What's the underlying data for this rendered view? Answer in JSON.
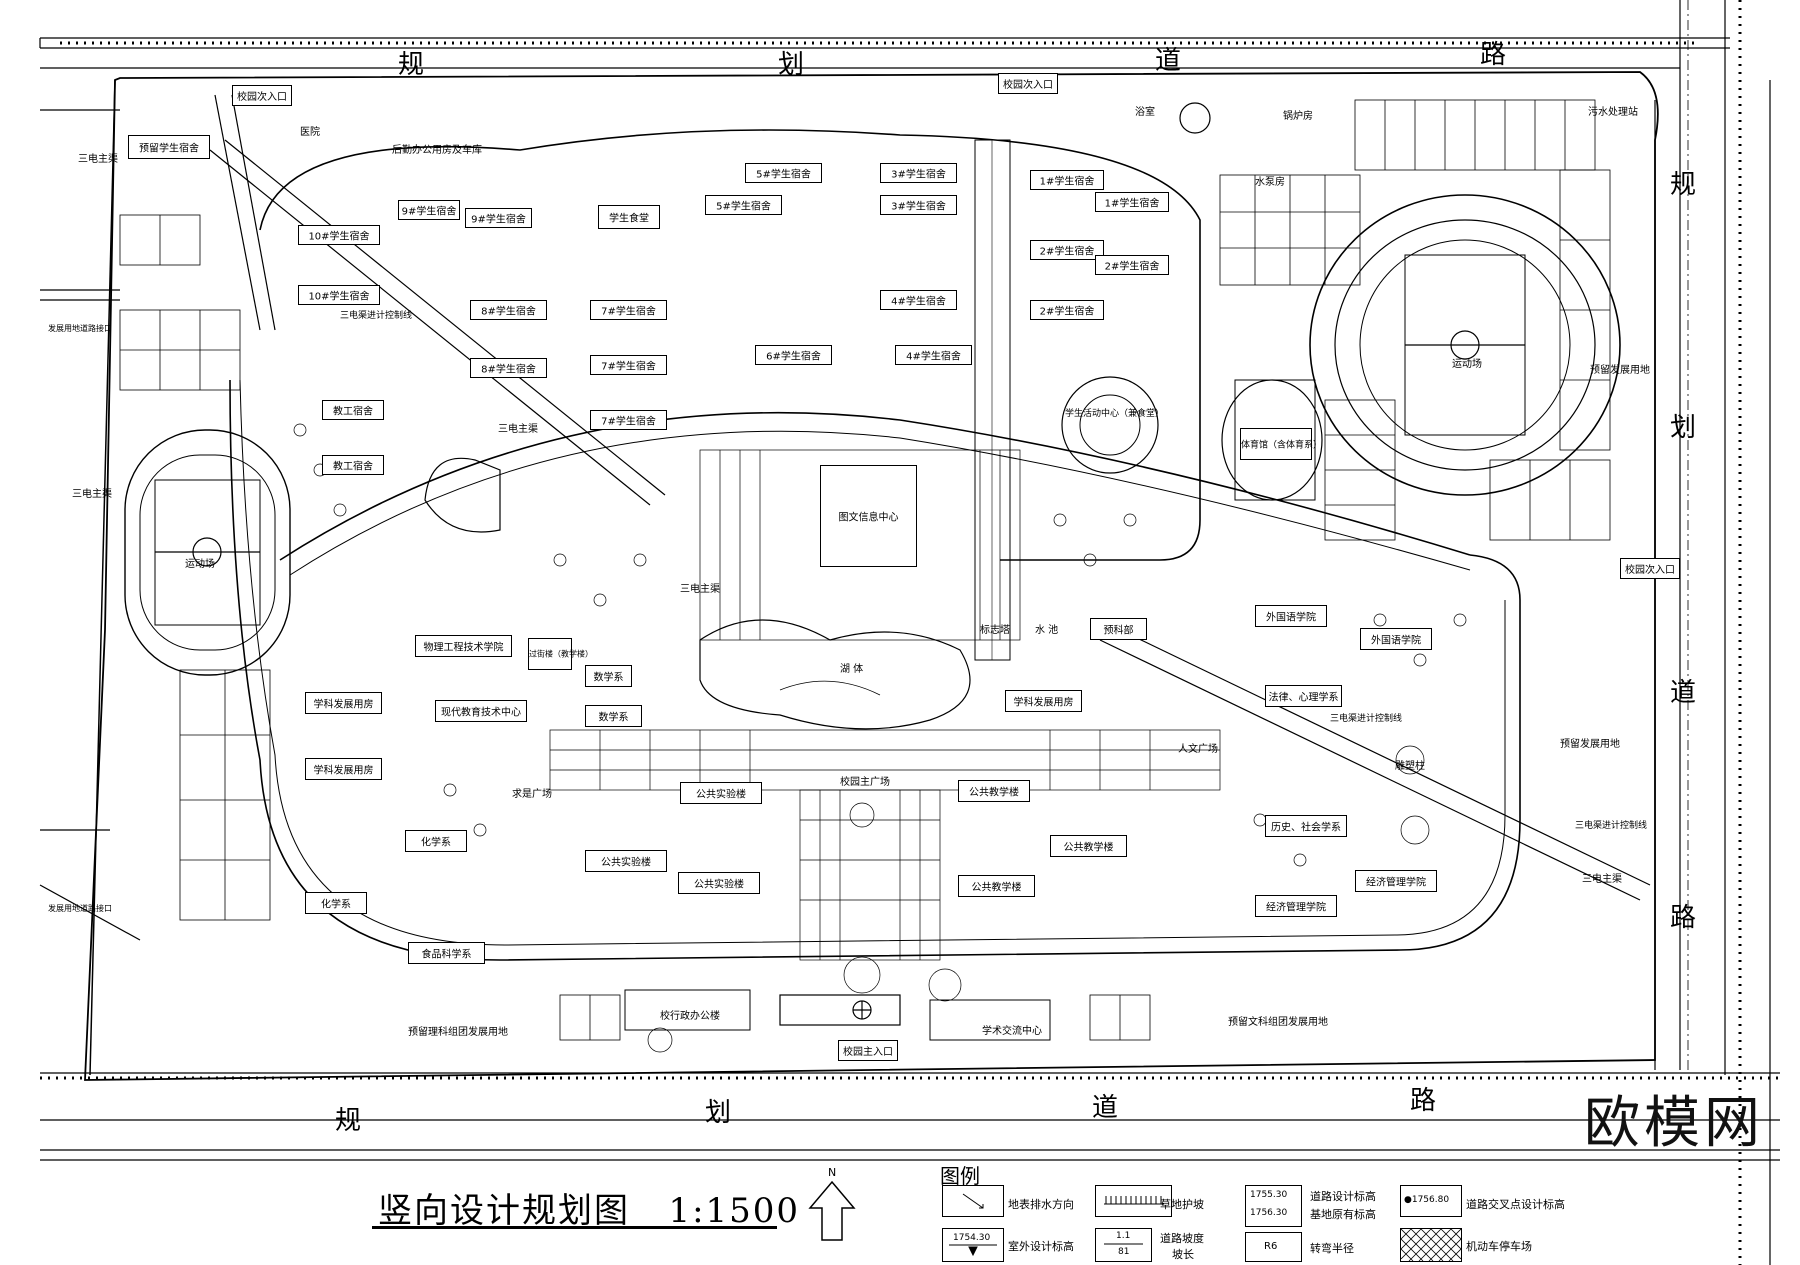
{
  "title": "竖向设计规划图",
  "scale": "1:1500",
  "watermark": "欧模网",
  "north_label": "N",
  "roads": {
    "top": [
      "规",
      "划",
      "道",
      "路"
    ],
    "bottom": [
      "规",
      "划",
      "道",
      "路"
    ],
    "right": [
      "规",
      "划",
      "道",
      "路"
    ]
  },
  "entrances": {
    "north_sub_left": "校园次入口",
    "north_sub_mid": "校园次入口",
    "east_sub": "校园次入口",
    "south_main": "校园主入口"
  },
  "labels": {
    "boiler": "锅炉房",
    "sewage": "污水处理站",
    "bath": "浴室",
    "pump": "水泵房",
    "hospital": "医院",
    "logistics": "后勤办公用房及车库",
    "stadium": "运动场",
    "stadium_left": "运动场",
    "gym": "体育馆（含体育系）",
    "reserve_east": "预留发展用地",
    "reserve_east2": "预留发展用地",
    "student_center": "学生活动中心（兼食堂）",
    "library": "图文信息中心",
    "lake": "湖 体",
    "plaza": "校园主广场",
    "humanities_plaza": "人文广场",
    "science_plaza": "求是广场",
    "admin": "校行政办公楼",
    "academic": "学术交流中心",
    "reserve_science": "预留理科组团发展用地",
    "reserve_liberal": "预留文科组团发展用地",
    "dev_road_left": "发展用地道路接口",
    "dev_road_left2": "发展用地道路接口",
    "power_main_1": "三电主渠",
    "power_main_2": "三电主渠",
    "power_main_3": "三电主渠",
    "power_main_4": "三电主渠",
    "power_main_5": "三电主渠",
    "power_control_1": "三电渠进计控制线",
    "power_control_2": "三电渠进计控制线",
    "power_control_3": "三电渠进计控制线",
    "tower": "标志塔",
    "water": "水 池",
    "sculpture": "雕塑柱"
  },
  "buildings": {
    "dorm_pre": "预留学生宿舍",
    "dorm1": "1#学生宿舍",
    "dorm1b": "1#学生宿舍",
    "dorm2": "2#学生宿舍",
    "dorm2b": "2#学生宿舍",
    "dorm2c": "2#学生宿舍",
    "dorm3": "3#学生宿舍",
    "dorm3b": "3#学生宿舍",
    "dorm4": "4#学生宿舍",
    "dorm4b": "4#学生宿舍",
    "dorm5": "5#学生宿舍",
    "dorm5b": "5#学生宿舍",
    "dorm6": "6#学生宿舍",
    "dorm7": "7#学生宿舍",
    "dorm7b": "7#学生宿舍",
    "dorm7c": "7#学生宿舍",
    "dorm8": "8#学生宿舍",
    "dorm8b": "8#学生宿舍",
    "dorm9": "9#学生宿舍",
    "dorm9b": "9#学生宿舍",
    "dorm10": "10#学生宿舍",
    "dorm10b": "10#学生宿舍",
    "canteen": "学生食堂",
    "staff1": "教工宿舍",
    "staff2": "教工宿舍",
    "physics": "物理工程技术学院",
    "modern_edu": "现代教育技术中心",
    "transition": "过街楼（教学楼）",
    "math1": "数学系",
    "math2": "数学系",
    "disc1": "学科发展用房",
    "disc2": "学科发展用房",
    "disc3": "学科发展用房",
    "chem1": "化学系",
    "chem2": "化学系",
    "food": "食品科学系",
    "pub_lab1": "公共实验楼",
    "pub_lab2": "公共实验楼",
    "pub_lab3": "公共实验楼",
    "pub_teach1": "公共教学楼",
    "pub_teach2": "公共教学楼",
    "pub_teach3": "公共教学楼",
    "prep": "预科部",
    "foreign1": "外国语学院",
    "foreign2": "外国语学院",
    "law": "法律、心理学系",
    "history": "历史、社会学系",
    "econ1": "经济管理学院",
    "econ2": "经济管理学院"
  },
  "legend": {
    "heading": "图例",
    "items": [
      {
        "text": "地表排水方向",
        "symbol": "↘"
      },
      {
        "text": "草地护坡",
        "symbol": "hatch"
      },
      {
        "text": "道路设计标高",
        "symbol": "1755.30"
      },
      {
        "text": "基地原有标高",
        "symbol": "1756.30"
      },
      {
        "text": "道路交叉点设计标高",
        "symbol": "●1756.80"
      },
      {
        "text": "室外设计标高",
        "symbol": "1754.30"
      },
      {
        "text": "道路坡度",
        "symbol": "1.1"
      },
      {
        "text": "坡长",
        "symbol": "81"
      },
      {
        "text": "转弯半径",
        "symbol": "R6"
      },
      {
        "text": "机动车停车场",
        "symbol": "cross-hatch"
      }
    ]
  }
}
